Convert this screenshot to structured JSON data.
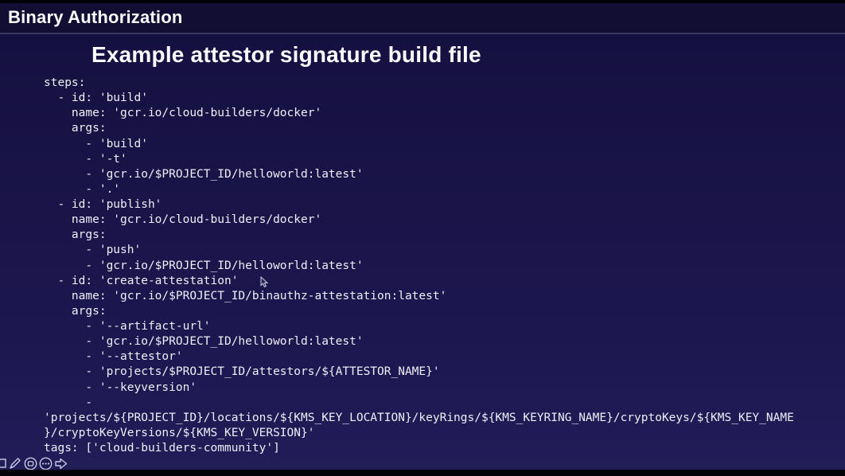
{
  "window": {
    "header_title": "Binary Authorization"
  },
  "slide": {
    "title": "Example attestor signature build file"
  },
  "code": {
    "language": "yaml",
    "lines": [
      "steps:",
      "  - id: 'build'",
      "    name: 'gcr.io/cloud-builders/docker'",
      "    args:",
      "      - 'build'",
      "      - '-t'",
      "      - 'gcr.io/$PROJECT_ID/helloworld:latest'",
      "      - '.'",
      "  - id: 'publish'",
      "    name: 'gcr.io/cloud-builders/docker'",
      "    args:",
      "      - 'push'",
      "      - 'gcr.io/$PROJECT_ID/helloworld:latest'",
      "  - id: 'create-attestation'",
      "    name: 'gcr.io/$PROJECT_ID/binauthz-attestation:latest'",
      "    args:",
      "      - '--artifact-url'",
      "      - 'gcr.io/$PROJECT_ID/helloworld:latest'",
      "      - '--attestor'",
      "      - 'projects/$PROJECT_ID/attestors/${ATTESTOR_NAME}'",
      "      - '--keyversion'",
      "      -",
      "'projects/${PROJECT_ID}/locations/${KMS_KEY_LOCATION}/keyRings/${KMS_KEYRING_NAME}/cryptoKeys/${KMS_KEY_NAME",
      "}/cryptoKeyVersions/${KMS_KEY_VERSION}'",
      "tags: ['cloud-builders-community']"
    ]
  },
  "toolbar": {
    "tools": [
      "square-tool",
      "pen-tool",
      "button-tool",
      "more-options",
      "next-arrow"
    ]
  },
  "colors": {
    "background_top": "#141040",
    "background_bottom": "#221c58",
    "header_background": "#120e33",
    "divider": "#3a3567",
    "text": "#eeeef5",
    "title_text": "#fafaff",
    "tool_outline": "#c9cae6"
  }
}
